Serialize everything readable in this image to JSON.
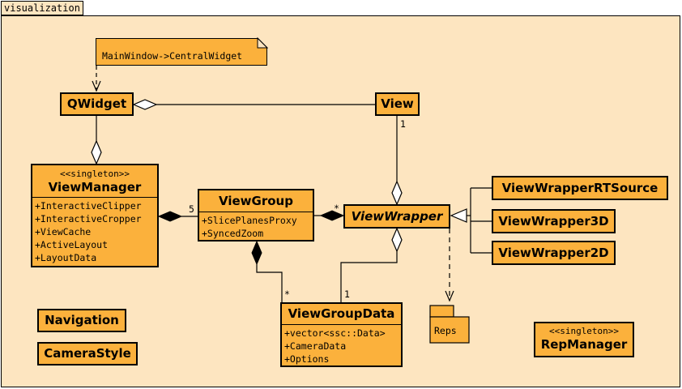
{
  "package": {
    "name": "visualization"
  },
  "note": {
    "text": "MainWindow->CentralWidget"
  },
  "classes": {
    "qwidget": {
      "name": "QWidget"
    },
    "view": {
      "name": "View"
    },
    "view_manager": {
      "stereotype": "<<singleton>>",
      "name": "ViewManager",
      "attributes": [
        "+InteractiveClipper",
        "+InteractiveCropper",
        "+ViewCache",
        "+ActiveLayout",
        "+LayoutData"
      ]
    },
    "view_group": {
      "name": "ViewGroup",
      "attributes": [
        "+SlicePlanesProxy",
        "+SyncedZoom"
      ]
    },
    "view_wrapper": {
      "name": "ViewWrapper"
    },
    "view_wrapper_rt_source": {
      "name": "ViewWrapperRTSource"
    },
    "view_wrapper_3d": {
      "name": "ViewWrapper3D"
    },
    "view_wrapper_2d": {
      "name": "ViewWrapper2D"
    },
    "view_group_data": {
      "name": "ViewGroupData",
      "attributes": [
        "+vector<ssc::Data>",
        "+CameraData",
        "+Options"
      ]
    },
    "navigation": {
      "name": "Navigation"
    },
    "camera_style": {
      "name": "CameraStyle"
    },
    "rep_manager": {
      "stereotype": "<<singleton>>",
      "name": "RepManager"
    }
  },
  "reps_package": {
    "name": "Reps"
  },
  "multiplicities": {
    "view_to_wrapper": "1",
    "manager_to_group": "5",
    "group_to_wrapper": "*",
    "group_to_data": "*",
    "wrapper_to_data": "1"
  }
}
